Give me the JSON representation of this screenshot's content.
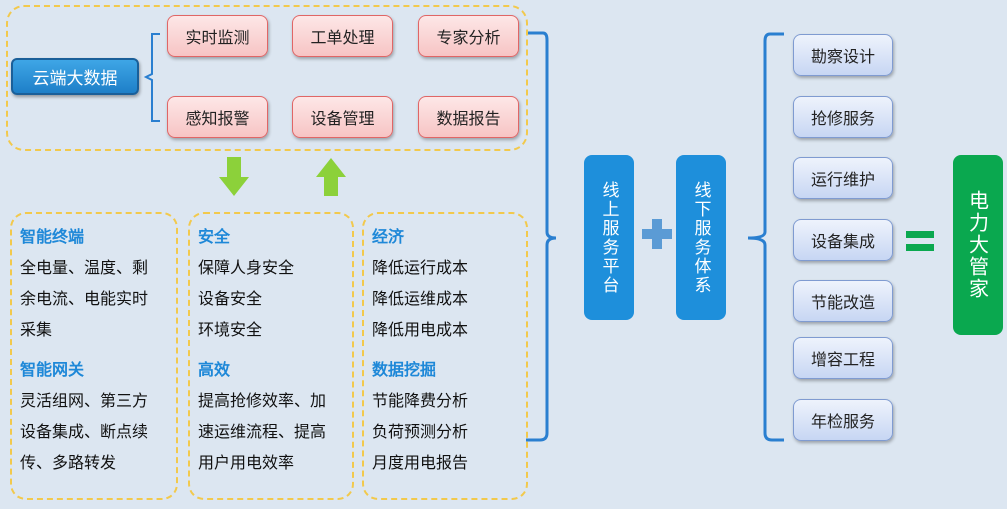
{
  "cloud_label": "云端大数据",
  "top_modules": [
    "实时监测",
    "工单处理",
    "专家分析",
    "感知报警",
    "设备管理",
    "数据报告"
  ],
  "panels": {
    "terminal": {
      "sections": [
        {
          "title": "智能终端",
          "lines": [
            "全电量、温度、剩",
            "余电流、电能实时",
            "采集"
          ]
        },
        {
          "title": "智能网关",
          "lines": [
            "灵活组网、第三方",
            "设备集成、断点续",
            "传、多路转发"
          ]
        }
      ]
    },
    "safety": {
      "sections": [
        {
          "title": "安全",
          "lines": [
            "保障人身安全",
            "设备安全",
            "环境安全"
          ]
        },
        {
          "title": "高效",
          "lines": [
            "提高抢修效率、加",
            "速运维流程、提高",
            "用户用电效率"
          ]
        }
      ]
    },
    "economy": {
      "sections": [
        {
          "title": "经济",
          "lines": [
            "降低运行成本",
            "降低运维成本",
            "降低用电成本"
          ]
        },
        {
          "title": "数据挖掘",
          "lines": [
            "节能降费分析",
            "负荷预测分析",
            "月度用电报告"
          ]
        }
      ]
    }
  },
  "online_service": "线上服务平台",
  "offline_service": "线下服务体系",
  "plus_symbol": "+",
  "equals_symbol": "=",
  "offline_items": [
    "勘察设计",
    "抢修服务",
    "运行维护",
    "设备集成",
    "节能改造",
    "增容工程",
    "年检服务"
  ],
  "result": "电力大管家",
  "colors": {
    "blue_box": "#1e8fdb",
    "green_box": "#0aa84f",
    "green_arrow": "#8cd13a",
    "title_blue": "#1e88d8",
    "dashed_border": "#f2c94c"
  }
}
